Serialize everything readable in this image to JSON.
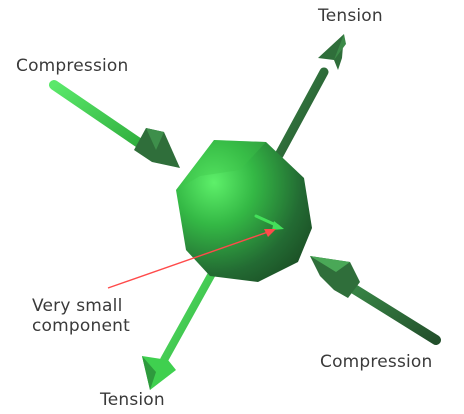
{
  "labels": {
    "tension_top": "Tension",
    "compression_top": "Compression",
    "very_small_line1": "Very small",
    "very_small_line2": "component",
    "compression_bottom": "Compression",
    "tension_bottom": "Tension"
  },
  "colors": {
    "arrow_dark": "#2f6e3a",
    "arrow_light": "#3fd04f",
    "node_bright": "#44d44c",
    "node_dark": "#1e5a2a",
    "pointer_red": "#ff4a4a",
    "label_text": "#3a3a3a"
  }
}
